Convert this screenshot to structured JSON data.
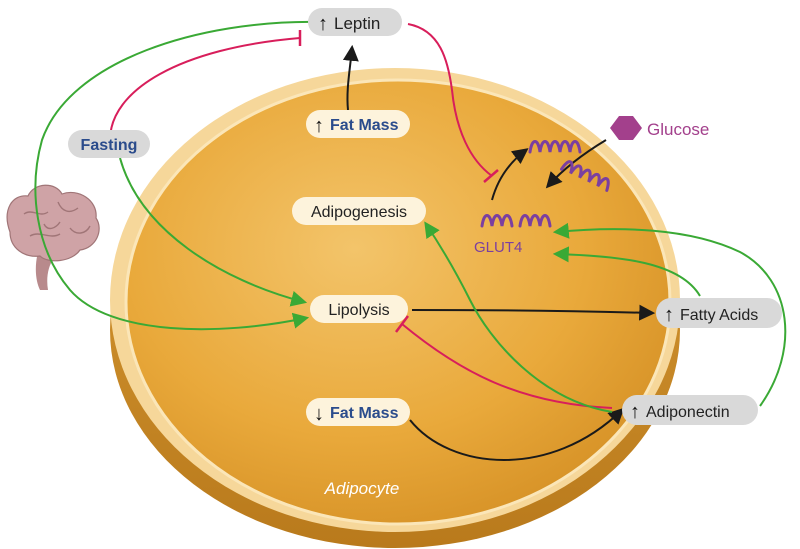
{
  "cell": {
    "label": "Adipocyte"
  },
  "nodes": {
    "leptin": "Leptin",
    "fat_mass_up": "Fat Mass",
    "fasting": "Fasting",
    "adipogenesis": "Adipogenesis",
    "glut4": "GLUT4",
    "glucose": "Glucose",
    "lipolysis": "Lipolysis",
    "fatty_acids": "Fatty Acids",
    "fat_mass_down": "Fat Mass",
    "adiponectin": "Adiponectin"
  },
  "colors": {
    "stimulate": "#3aa935",
    "inhibit": "#d81e5b",
    "flow": "#1a1a1a",
    "transporter": "#7b3fa0",
    "glucose": "#a3408c",
    "bubble_gray": "#d9d9d9",
    "bubble_cream": "#fdf3dc",
    "fasting_text": "#2b4c8c"
  }
}
